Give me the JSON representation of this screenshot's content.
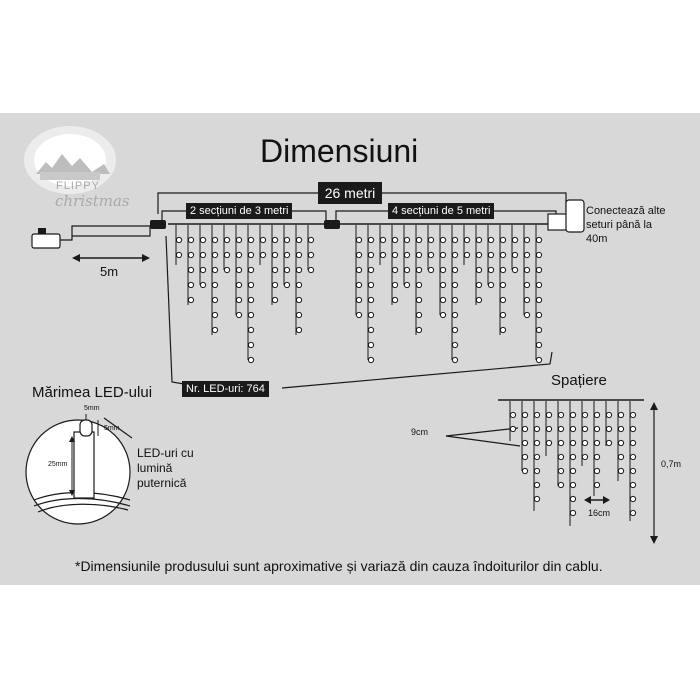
{
  "title": "Dimensiuni",
  "brand": {
    "line1": "FLIPPY",
    "line2": "christmas"
  },
  "dimensions": {
    "total_length": "26 metri",
    "section_short": "2 secțiuni de 3 metri",
    "section_long": "4 secțiuni de 5 metri",
    "lead_cable": "5m",
    "connect_note": "Conectează alte seturi până la 40m",
    "led_count": "Nr. LED-uri: 764"
  },
  "led_size": {
    "heading": "Mărimea LED-ului",
    "width": "5mm",
    "depth": "5mm",
    "height": "25mm",
    "note": "LED-uri cu lumină puternică"
  },
  "spacing": {
    "heading": "Spațiere",
    "vertical_gap": "9cm",
    "horizontal_gap": "16cm",
    "drop_height": "0,7m"
  },
  "footnote": "*Dimensiunile produsului sunt aproximative și variază din cauza îndoiturilor din cablu.",
  "colors": {
    "panel": "#d8d8d8",
    "ink": "#1a1a1a",
    "led": "#ffffff"
  }
}
